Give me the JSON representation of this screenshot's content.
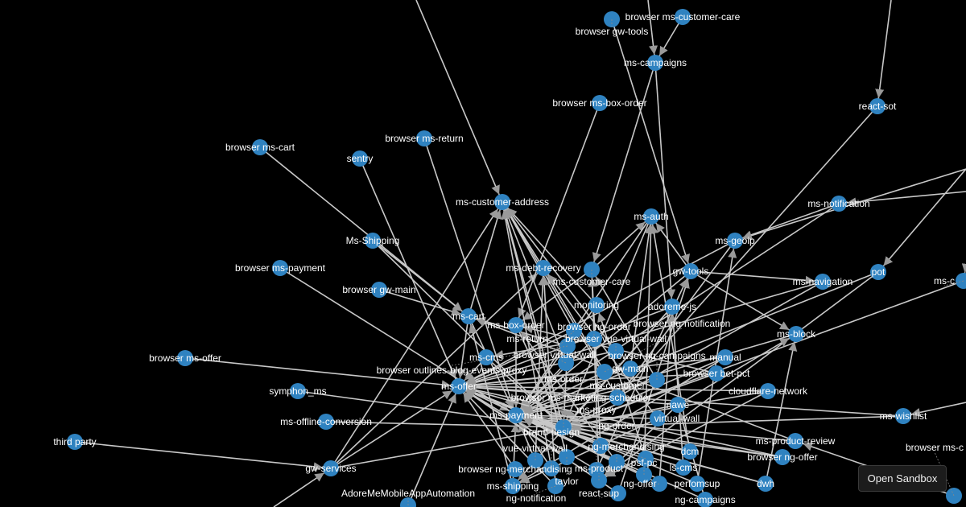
{
  "graph": {
    "node_color": "#2f82c0",
    "edge_color": "#c8c8c8",
    "nodes": [
      "browser gw-tools",
      "browser ms-customer-care",
      "ms-campaigns",
      "browser ms-box-order",
      "react-sot",
      "browser ms-cart",
      "sentry",
      "browser ms-return",
      "ms-customer-address",
      "ms-auth",
      "ms-notification",
      "Ms-Shipping",
      "ms-geoip",
      "browser ms-payment",
      "ms-debt-recovery",
      "ms-customer-care",
      "gw-tools",
      "ms-navigation",
      "pot",
      "ms-c",
      "browser gw-main",
      "monitoring",
      "adoreme-js",
      "ms-cart",
      "ms-box-order",
      "browser virtual-wall",
      "browser ng-order",
      "ms-block",
      "browser outlines-blog-events-proxy",
      "browser vue-virtual-wall",
      "ms-cms",
      "browser ms-offer",
      "manual",
      "ms-return",
      "gw-main",
      "browser ng-notification",
      "browser bet-pct",
      "browser ng-campaigns",
      "ms-offer",
      "symphon_ms",
      "cloudflare-network",
      "ms-customer",
      "nawe",
      "ms-payment",
      "ms-wishlist",
      "ms-offline-conversion",
      "virtual-wall",
      "ms-order",
      "third party",
      "ms-product-review",
      "browser ms-marketing-scheduler",
      "dcm",
      "taylor",
      "vue-virtual-wall",
      "ng-order",
      "ng-merchandising",
      "browser ng-offer",
      "gw-services",
      "ls-cms",
      "browser ng-merchandising",
      "brand-design",
      "ms-proxy",
      "psf-pc",
      "ms-product",
      "ms-shipping",
      "ng-notification",
      "ng-offer",
      "perfomsup",
      "dwh",
      "react-sup",
      "ng-campaigns",
      "AdoreMeMobileAppAutomation",
      "browser ms-c"
    ],
    "edges": [
      [
        5,
        23
      ],
      [
        6,
        38
      ],
      [
        7,
        43
      ],
      [
        11,
        23
      ],
      [
        11,
        47
      ],
      [
        13,
        43
      ],
      [
        20,
        23
      ],
      [
        31,
        38
      ],
      [
        39,
        47
      ],
      [
        45,
        47
      ],
      [
        48,
        57
      ],
      [
        57,
        38
      ],
      [
        57,
        8
      ],
      [
        57,
        14
      ],
      [
        57,
        47
      ],
      [
        71,
        38
      ],
      [
        0,
        16
      ],
      [
        1,
        2
      ],
      [
        3,
        24
      ],
      [
        2,
        15
      ],
      [
        2,
        22
      ],
      [
        4,
        41
      ],
      [
        10,
        12
      ],
      [
        19,
        47
      ],
      [
        44,
        38
      ],
      [
        14,
        8
      ],
      [
        15,
        9
      ],
      [
        15,
        24
      ],
      [
        16,
        9
      ],
      [
        16,
        27
      ],
      [
        16,
        17
      ],
      [
        16,
        43
      ],
      [
        17,
        47
      ],
      [
        18,
        63
      ],
      [
        12,
        41
      ],
      [
        12,
        38
      ],
      [
        9,
        47
      ],
      [
        9,
        43
      ],
      [
        22,
        47
      ],
      [
        22,
        38
      ],
      [
        22,
        64
      ],
      [
        21,
        43
      ],
      [
        21,
        8
      ],
      [
        23,
        43
      ],
      [
        23,
        38
      ],
      [
        23,
        8
      ],
      [
        24,
        47
      ],
      [
        24,
        43
      ],
      [
        25,
        38
      ],
      [
        25,
        8
      ],
      [
        26,
        43
      ],
      [
        26,
        30
      ],
      [
        28,
        47
      ],
      [
        28,
        23
      ],
      [
        29,
        38
      ],
      [
        29,
        8
      ],
      [
        30,
        38
      ],
      [
        30,
        47
      ],
      [
        32,
        47
      ],
      [
        32,
        64
      ],
      [
        33,
        43
      ],
      [
        33,
        8
      ],
      [
        34,
        38
      ],
      [
        34,
        9
      ],
      [
        35,
        43
      ],
      [
        35,
        14
      ],
      [
        36,
        38
      ],
      [
        36,
        47
      ],
      [
        37,
        43
      ],
      [
        37,
        15
      ],
      [
        40,
        38
      ],
      [
        40,
        63
      ],
      [
        41,
        43
      ],
      [
        41,
        8
      ],
      [
        42,
        38
      ],
      [
        42,
        47
      ],
      [
        42,
        27
      ],
      [
        46,
        43
      ],
      [
        46,
        14
      ],
      [
        47,
        8
      ],
      [
        47,
        38
      ],
      [
        49,
        43
      ],
      [
        49,
        23
      ],
      [
        50,
        38
      ],
      [
        50,
        15
      ],
      [
        51,
        43
      ],
      [
        51,
        9
      ],
      [
        52,
        38
      ],
      [
        52,
        8
      ],
      [
        53,
        43
      ],
      [
        53,
        14
      ],
      [
        54,
        38
      ],
      [
        54,
        24
      ],
      [
        55,
        43
      ],
      [
        55,
        21
      ],
      [
        56,
        38
      ],
      [
        56,
        47
      ],
      [
        58,
        43
      ],
      [
        58,
        22
      ],
      [
        59,
        38
      ],
      [
        60,
        43
      ],
      [
        60,
        8
      ],
      [
        61,
        38
      ],
      [
        61,
        16
      ],
      [
        62,
        43
      ],
      [
        62,
        9
      ],
      [
        63,
        38
      ],
      [
        63,
        15
      ],
      [
        64,
        23
      ],
      [
        64,
        43
      ],
      [
        65,
        38
      ],
      [
        65,
        14
      ],
      [
        66,
        43
      ],
      [
        66,
        22
      ],
      [
        67,
        38
      ],
      [
        67,
        12
      ],
      [
        68,
        43
      ],
      [
        68,
        47
      ],
      [
        68,
        27
      ],
      [
        69,
        38
      ],
      [
        69,
        16
      ],
      [
        70,
        43
      ],
      [
        70,
        42
      ],
      [
        72,
        49
      ],
      [
        44,
        47
      ],
      [
        10,
        43
      ],
      [
        17,
        38
      ],
      [
        27,
        43
      ],
      [
        36,
        24
      ],
      [
        40,
        47
      ],
      [
        56,
        43
      ],
      [
        42,
        63
      ],
      [
        46,
        64
      ],
      [
        51,
        38
      ],
      [
        32,
        38
      ],
      [
        18,
        43
      ]
    ]
  },
  "sandbox_button": {
    "label": "Open Sandbox"
  }
}
